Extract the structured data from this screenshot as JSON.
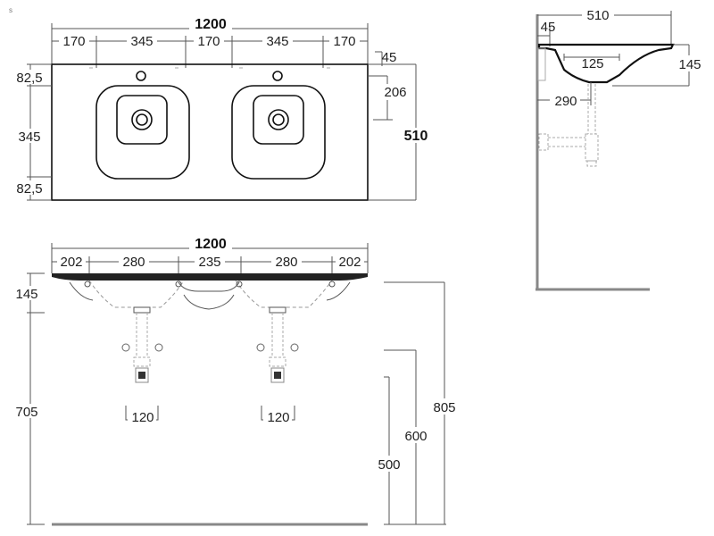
{
  "page": {
    "corner_mark": "s"
  },
  "top_view": {
    "overall_width": "1200",
    "segments": [
      "170",
      "345",
      "170",
      "345",
      "170"
    ],
    "depth_segments": [
      "82,5",
      "345",
      "82,5"
    ],
    "overall_depth": "510",
    "edge_offset": "45",
    "tap_offset": "206"
  },
  "front_view": {
    "overall_width": "1200",
    "segments": [
      "202",
      "280",
      "235",
      "280",
      "202"
    ],
    "basin_height": "145",
    "top_height_left": "705",
    "waste_spacing_left": "120",
    "waste_spacing_right": "120",
    "heights_right": [
      "805",
      "600",
      "500"
    ]
  },
  "side_view": {
    "overall_depth": "510",
    "edge_offset": "45",
    "inner_depth": "125",
    "height": "145",
    "waste_offset": "290"
  }
}
